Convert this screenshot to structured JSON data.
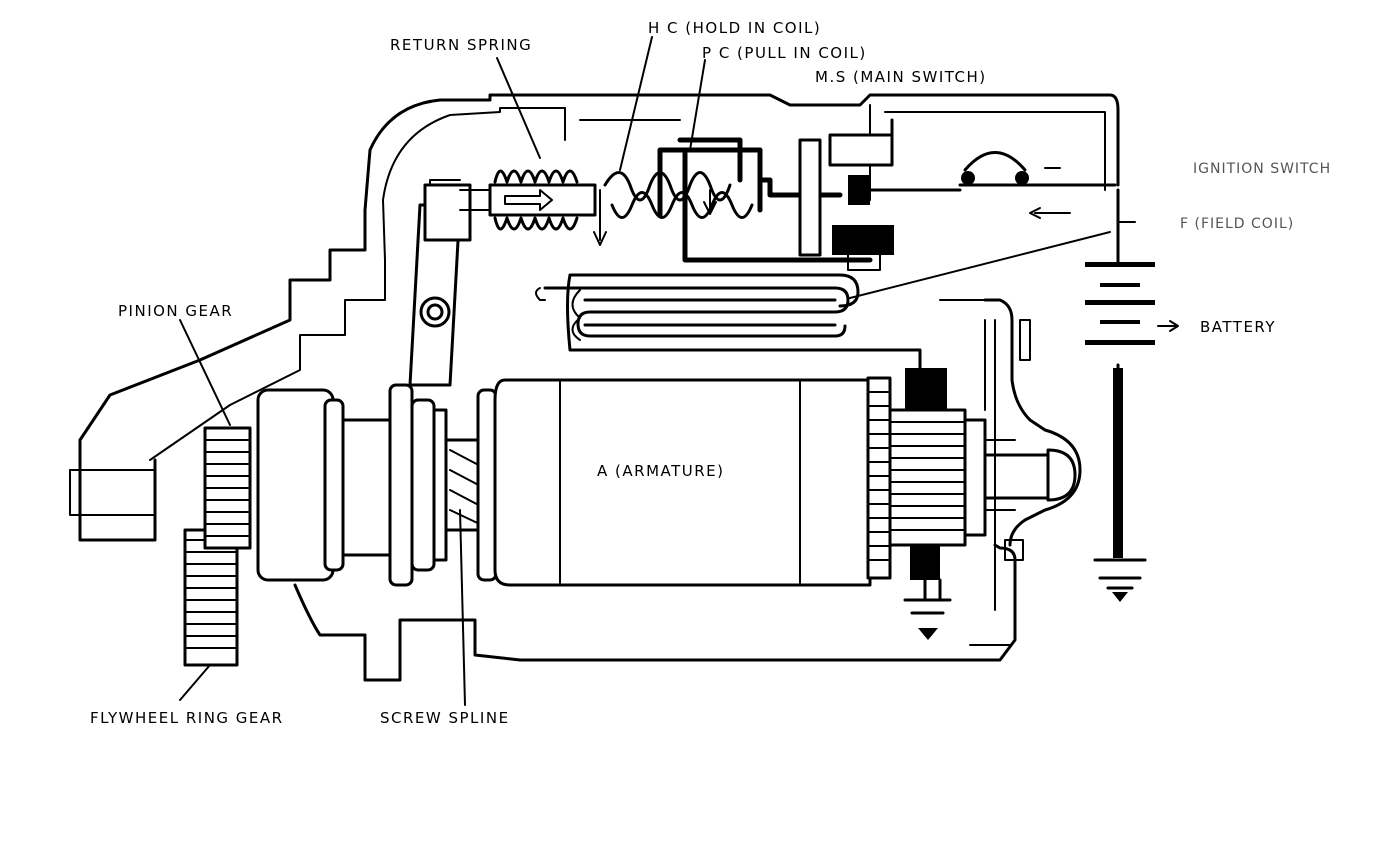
{
  "labels": {
    "return_spring": "RETURN SPRING",
    "hold_in_coil": "H C (HOLD IN COIL)",
    "pull_in_coil": "P C (PULL IN COIL)",
    "main_switch": "M.S (MAIN SWITCH)",
    "ignition_switch": "IGNITION SWITCH",
    "field_coil": "F (FIELD COIL)",
    "battery": "BATTERY",
    "pinion_gear": "PINION GEAR",
    "armature": "A (ARMATURE)",
    "flywheel_ring_gear": "FLYWHEEL RING GEAR",
    "screw_spline": "SCREW SPLINE"
  },
  "icons": {
    "ground_symbol": "ground-icon",
    "battery_symbol": "battery-icon",
    "arrow": "arrow-icon"
  },
  "colors": {
    "ink": "#000000",
    "paper": "#ffffff"
  }
}
